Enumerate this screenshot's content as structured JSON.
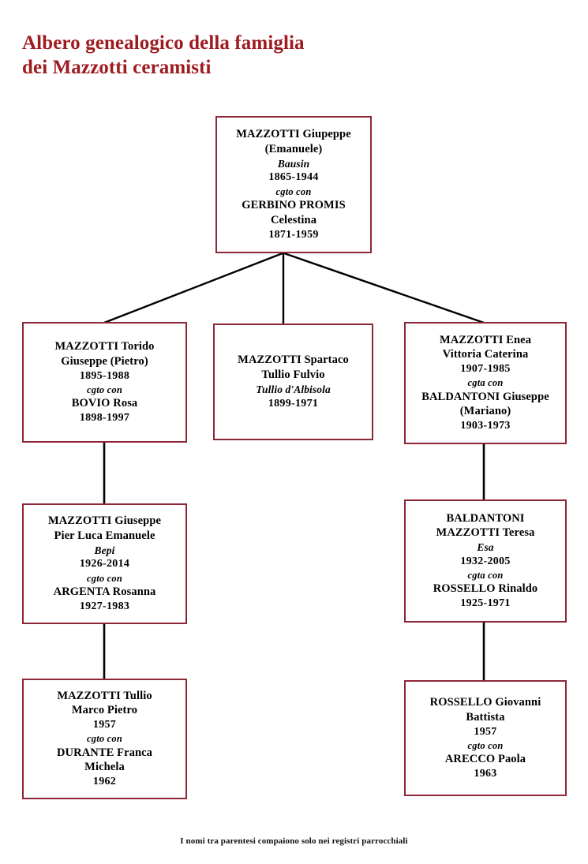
{
  "title": {
    "line1": "Albero genealogico della famiglia",
    "line2": "dei Mazzotti ceramisti",
    "color": "#9e1b20"
  },
  "footnote": "I nomi tra parentesi compaiono solo nei registri parrocchiali",
  "style": {
    "box_border_color": "#8d2736",
    "connector_color": "#000000",
    "background": "#ffffff"
  },
  "tree": {
    "generations": 4,
    "nodes": [
      {
        "id": "root",
        "generation": 1,
        "lines": [
          {
            "text": "MAZZOTTI Giupeppe",
            "style": "name"
          },
          {
            "text": "(Emanuele)",
            "style": "name"
          },
          {
            "text": "Bausin",
            "style": "nickname"
          },
          {
            "text": "1865-1944",
            "style": "year"
          },
          {
            "text": "cgto con",
            "style": "conjunction"
          },
          {
            "text": "GERBINO PROMIS",
            "style": "name"
          },
          {
            "text": "Celestina",
            "style": "name"
          },
          {
            "text": "1871-1959",
            "style": "year"
          }
        ]
      },
      {
        "id": "torido",
        "generation": 2,
        "lines": [
          {
            "text": "MAZZOTTI Torido",
            "style": "name"
          },
          {
            "text": "Giuseppe (Pietro)",
            "style": "name"
          },
          {
            "text": "1895-1988",
            "style": "year"
          },
          {
            "text": "cgto con",
            "style": "conjunction"
          },
          {
            "text": "BOVIO Rosa",
            "style": "name"
          },
          {
            "text": "1898-1997",
            "style": "year"
          }
        ]
      },
      {
        "id": "spartaco",
        "generation": 2,
        "lines": [
          {
            "text": "MAZZOTTI Spartaco",
            "style": "name"
          },
          {
            "text": "Tullio Fulvio",
            "style": "name"
          },
          {
            "text": "Tullio d'Albisola",
            "style": "nickname"
          },
          {
            "text": "1899-1971",
            "style": "year"
          }
        ]
      },
      {
        "id": "enea",
        "generation": 2,
        "lines": [
          {
            "text": "MAZZOTTI Enea",
            "style": "name"
          },
          {
            "text": "Vittoria Caterina",
            "style": "name"
          },
          {
            "text": "1907-1985",
            "style": "year"
          },
          {
            "text": "cgta con",
            "style": "conjunction"
          },
          {
            "text": "BALDANTONI Giuseppe",
            "style": "name"
          },
          {
            "text": "(Mariano)",
            "style": "name"
          },
          {
            "text": "1903-1973",
            "style": "year"
          }
        ]
      },
      {
        "id": "bepi",
        "generation": 3,
        "lines": [
          {
            "text": "MAZZOTTI Giuseppe",
            "style": "name"
          },
          {
            "text": "Pier Luca Emanuele",
            "style": "name"
          },
          {
            "text": "Bepi",
            "style": "nickname"
          },
          {
            "text": "1926-2014",
            "style": "year"
          },
          {
            "text": "cgto con",
            "style": "conjunction"
          },
          {
            "text": "ARGENTA Rosanna",
            "style": "name"
          },
          {
            "text": "1927-1983",
            "style": "year"
          }
        ]
      },
      {
        "id": "teresa",
        "generation": 3,
        "lines": [
          {
            "text": "BALDANTONI",
            "style": "name"
          },
          {
            "text": "MAZZOTTI Teresa",
            "style": "name"
          },
          {
            "text": "Esa",
            "style": "nickname"
          },
          {
            "text": "1932-2005",
            "style": "year"
          },
          {
            "text": "cgta con",
            "style": "conjunction"
          },
          {
            "text": "ROSSELLO Rinaldo",
            "style": "name"
          },
          {
            "text": "1925-1971",
            "style": "year"
          }
        ]
      },
      {
        "id": "tullio",
        "generation": 4,
        "lines": [
          {
            "text": "MAZZOTTI Tullio",
            "style": "name"
          },
          {
            "text": "Marco Pietro",
            "style": "name"
          },
          {
            "text": "1957",
            "style": "year"
          },
          {
            "text": "cgto con",
            "style": "conjunction"
          },
          {
            "text": "DURANTE Franca",
            "style": "name"
          },
          {
            "text": "Michela",
            "style": "name"
          },
          {
            "text": "1962",
            "style": "year"
          }
        ]
      },
      {
        "id": "giovanni",
        "generation": 4,
        "lines": [
          {
            "text": "ROSSELLO Giovanni",
            "style": "name"
          },
          {
            "text": "Battista",
            "style": "name"
          },
          {
            "text": "1957",
            "style": "year"
          },
          {
            "text": "cgto con",
            "style": "conjunction"
          },
          {
            "text": "ARECCO Paola",
            "style": "name"
          },
          {
            "text": "1963",
            "style": "year"
          }
        ]
      }
    ],
    "edges": [
      {
        "from": "root",
        "to": "torido",
        "kind": "diagonal"
      },
      {
        "from": "root",
        "to": "spartaco",
        "kind": "vertical"
      },
      {
        "from": "root",
        "to": "enea",
        "kind": "diagonal"
      },
      {
        "from": "torido",
        "to": "bepi",
        "kind": "vertical"
      },
      {
        "from": "enea",
        "to": "teresa",
        "kind": "vertical"
      },
      {
        "from": "bepi",
        "to": "tullio",
        "kind": "vertical"
      },
      {
        "from": "teresa",
        "to": "giovanni",
        "kind": "vertical"
      }
    ]
  }
}
